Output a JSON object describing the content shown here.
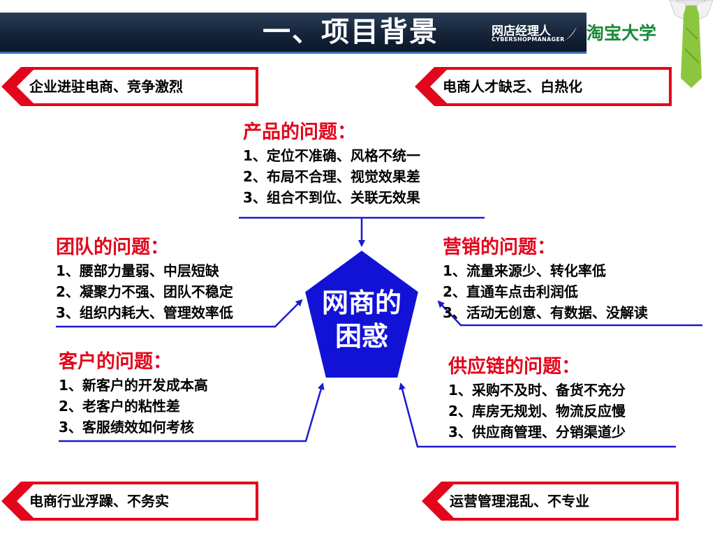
{
  "header": {
    "title": "一、项目背景",
    "logo_cn": "网店经理人",
    "logo_en": "CYBERSHOPMANAGER",
    "logo_taobao": "淘宝大学"
  },
  "corner_boxes": {
    "top_left": "企业进驻电商、竞争激烈",
    "top_right": "电商人才缺乏、白热化",
    "bottom_left": "电商行业浮躁、不务实",
    "bottom_right": "运营管理混乱、不专业"
  },
  "center": {
    "line1": "网商的",
    "line2": "困惑"
  },
  "problems": {
    "product": {
      "title": "产品的问题：",
      "items": [
        "1、定位不准确、风格不统一",
        "2、布局不合理、视觉效果差",
        "3、组合不到位、关联无效果"
      ]
    },
    "team": {
      "title": "团队的问题：",
      "items": [
        "1、腰部力量弱、中层短缺",
        "2、凝聚力不强、团队不稳定",
        "3、组织内耗大、管理效率低"
      ]
    },
    "marketing": {
      "title": "营销的问题：",
      "items": [
        "1、流量来源少、转化率低",
        "2、直通车点击利润低",
        "3、活动无创意、有数据、没解读"
      ]
    },
    "customer": {
      "title": "客户的问题：",
      "items": [
        "1、新客户的开发成本高",
        "2、老客户的粘性差",
        "3、客服绩效如何考核"
      ]
    },
    "supply": {
      "title": "供应链的问题：",
      "items": [
        "1、采购不及时、备货不充分",
        "2、库房无规划、物流反应慢",
        "3、供应商管理、分销渠道少"
      ]
    }
  },
  "colors": {
    "accent_red": "#e3051b",
    "pentagon_blue": "#1212d6",
    "connector_blue": "#1a1ad0",
    "header_navy": "#15243a",
    "taobao_green": "#1a8a3a"
  }
}
